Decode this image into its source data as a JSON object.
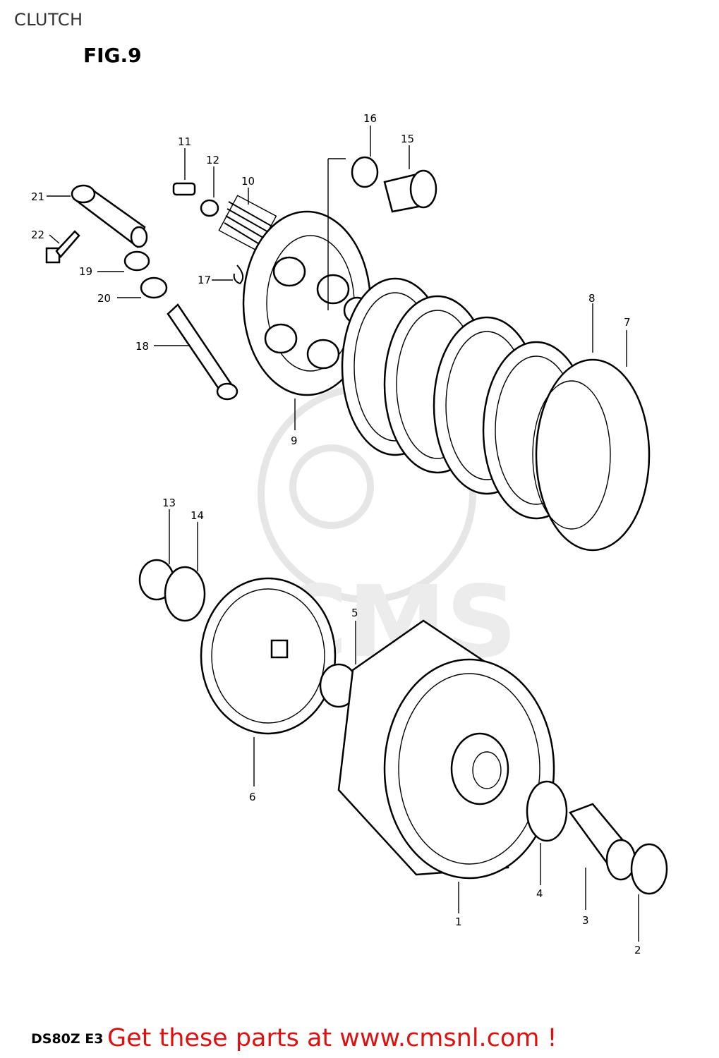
{
  "header": {
    "title": "CLUTCH",
    "figure": "FIG.9"
  },
  "diagram": {
    "callouts": [
      "1",
      "2",
      "3",
      "4",
      "5",
      "6",
      "7",
      "8",
      "9",
      "10",
      "11",
      "12",
      "13",
      "14",
      "15",
      "16",
      "17",
      "18",
      "19",
      "20",
      "21",
      "22"
    ],
    "watermark": "CMS"
  },
  "footer": {
    "model_code": "DS80Z E3",
    "cta": "Get these parts at www.cmsnl.com !"
  }
}
